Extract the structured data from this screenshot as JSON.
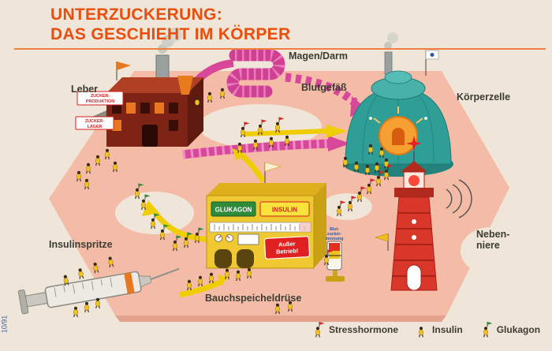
{
  "page": {
    "title_line1": "UNTERZUCKERUNG:",
    "title_line2": "DAS GESCHIEHT IM KÖRPER",
    "edition_code": "10/91"
  },
  "labels": {
    "stomach": "Magen/Darm",
    "blood_vessel": "Blutgefäß",
    "liver": "Leber",
    "body_cell": "Körperzelle",
    "adrenal": "Neben-\nniere",
    "syringe": "Insulinspritze",
    "pancreas": "Bauchspeicheldrüse"
  },
  "liver_signs": {
    "production_line1": "ZUCKER-",
    "production_line2": "PRODUKTION",
    "storage_line1": "ZUCKER-",
    "storage_line2": "LAGER"
  },
  "pancreas_signs": {
    "glukagon": "GLUKAGON",
    "insulin": "INSULIN",
    "out_of_order_line1": "Außer",
    "out_of_order_line2": "Betrieb!",
    "meter_label_line1": "Blut-",
    "meter_label_line2": "zucker-",
    "meter_label_line3": "messung"
  },
  "legend": {
    "items": [
      {
        "label": "Stresshormone",
        "flag_color": "#d42727"
      },
      {
        "label": "Insulin",
        "flag_color": "#f2c21e"
      },
      {
        "label": "Glukagon",
        "flag_color": "#2e8b3a"
      }
    ]
  },
  "colors": {
    "title": "#e94e0d",
    "background": "#efe5d8",
    "road": "#f4bca7",
    "vessel_magenta": "#d8479a",
    "arrow_yellow": "#f0cd00",
    "cell_teal": "#2f9e96",
    "lighthouse_red": "#d8372a",
    "pancreas_yellow": "#f0c832",
    "liver_brown": "#7e2416"
  }
}
